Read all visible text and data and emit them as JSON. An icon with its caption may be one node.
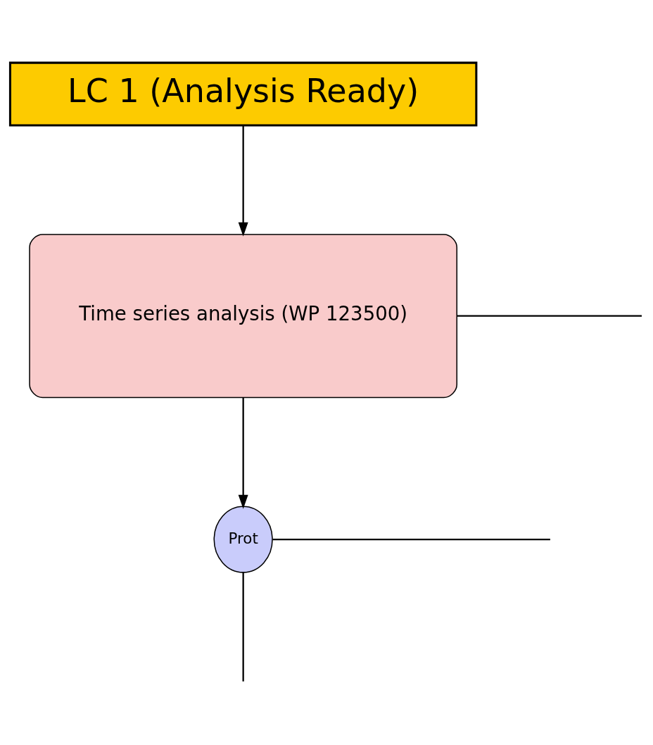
{
  "diagram": {
    "nodes": [
      {
        "text": [
          "LC 1 (Analysis Ready)"
        ]
      },
      {
        "text": [
          "Time series analysis (WP 123500)"
        ]
      },
      {
        "text": [
          "Prot"
        ]
      }
    ],
    "edges": [
      {
        "from": 0,
        "to": 1,
        "arrow": "to"
      },
      {
        "from": null,
        "to": 1,
        "arrow": "none"
      },
      {
        "from": 1,
        "to": 2,
        "arrow": "to"
      },
      {
        "from": 2,
        "to": null,
        "arrow": "none"
      },
      {
        "from": 2,
        "to": null,
        "arrow": "none"
      }
    ]
  }
}
